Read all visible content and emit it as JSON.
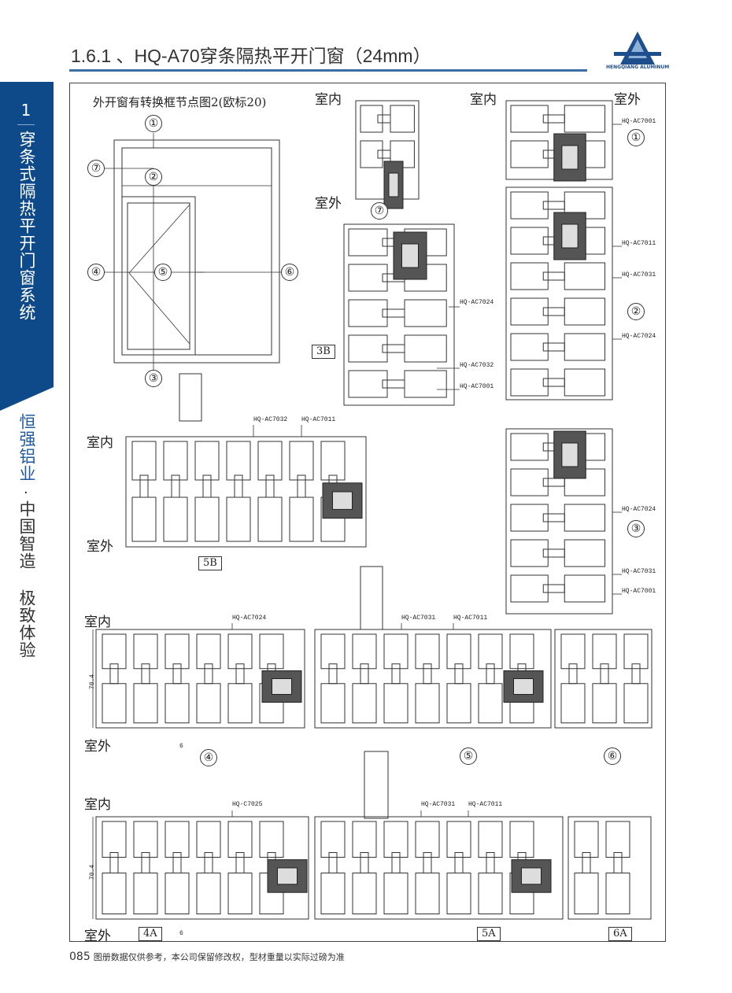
{
  "header": {
    "title": "1.6.1 、HQ-A70穿条隔热平开门窗（24mm）",
    "logo_text": "HENGQIANG ALUMINUM"
  },
  "sidebar": {
    "number": "1",
    "title": "穿条式隔热平开门窗系统",
    "brand": "恒强铝业",
    "dot": "·",
    "slogan": "中国智造 极致体验"
  },
  "footer": {
    "page": "085",
    "note": "图册数据仅供参考，本公司保留修改权，型材重量以实际过磅为准"
  },
  "colors": {
    "brand_blue": "#0e4a8a",
    "rule": "#3a6ea5"
  },
  "elevation": {
    "caption": "外开窗有转换框节点图2(欧标20)",
    "markers": [
      "①",
      "②",
      "③",
      "④",
      "⑤",
      "⑥",
      "⑦"
    ]
  },
  "labels": {
    "indoor": "室内",
    "outdoor": "室外"
  },
  "detail_7": {
    "marker": "⑦",
    "box": "3B",
    "codes": [
      "HQ-AC7024",
      "HQ-AC7032",
      "HQ-AC7001"
    ]
  },
  "detail_right": {
    "markers": [
      "①",
      "②",
      "③"
    ],
    "codes": [
      "HQ-AC7001",
      "HQ-AC7011",
      "HQ-AC7031",
      "HQ-AC7024",
      "HQ-AC7024",
      "HQ-AC7031",
      "HQ-AC7001"
    ]
  },
  "detail_5b": {
    "box": "5B",
    "codes": [
      "HQ-AC7032",
      "HQ-AC7011"
    ]
  },
  "row4": {
    "codes": [
      "HQ-AC7024",
      "HQ-AC7031",
      "HQ-AC7011"
    ],
    "markers": [
      "④",
      "⑤",
      "⑥"
    ],
    "dim": "70.4",
    "gap": "6"
  },
  "row4a": {
    "codes": [
      "HQ-C7025",
      "HQ-AC7031",
      "HQ-AC7011"
    ],
    "boxes": [
      "4A",
      "5A",
      "6A"
    ],
    "dim": "70.4",
    "gap": "6"
  }
}
